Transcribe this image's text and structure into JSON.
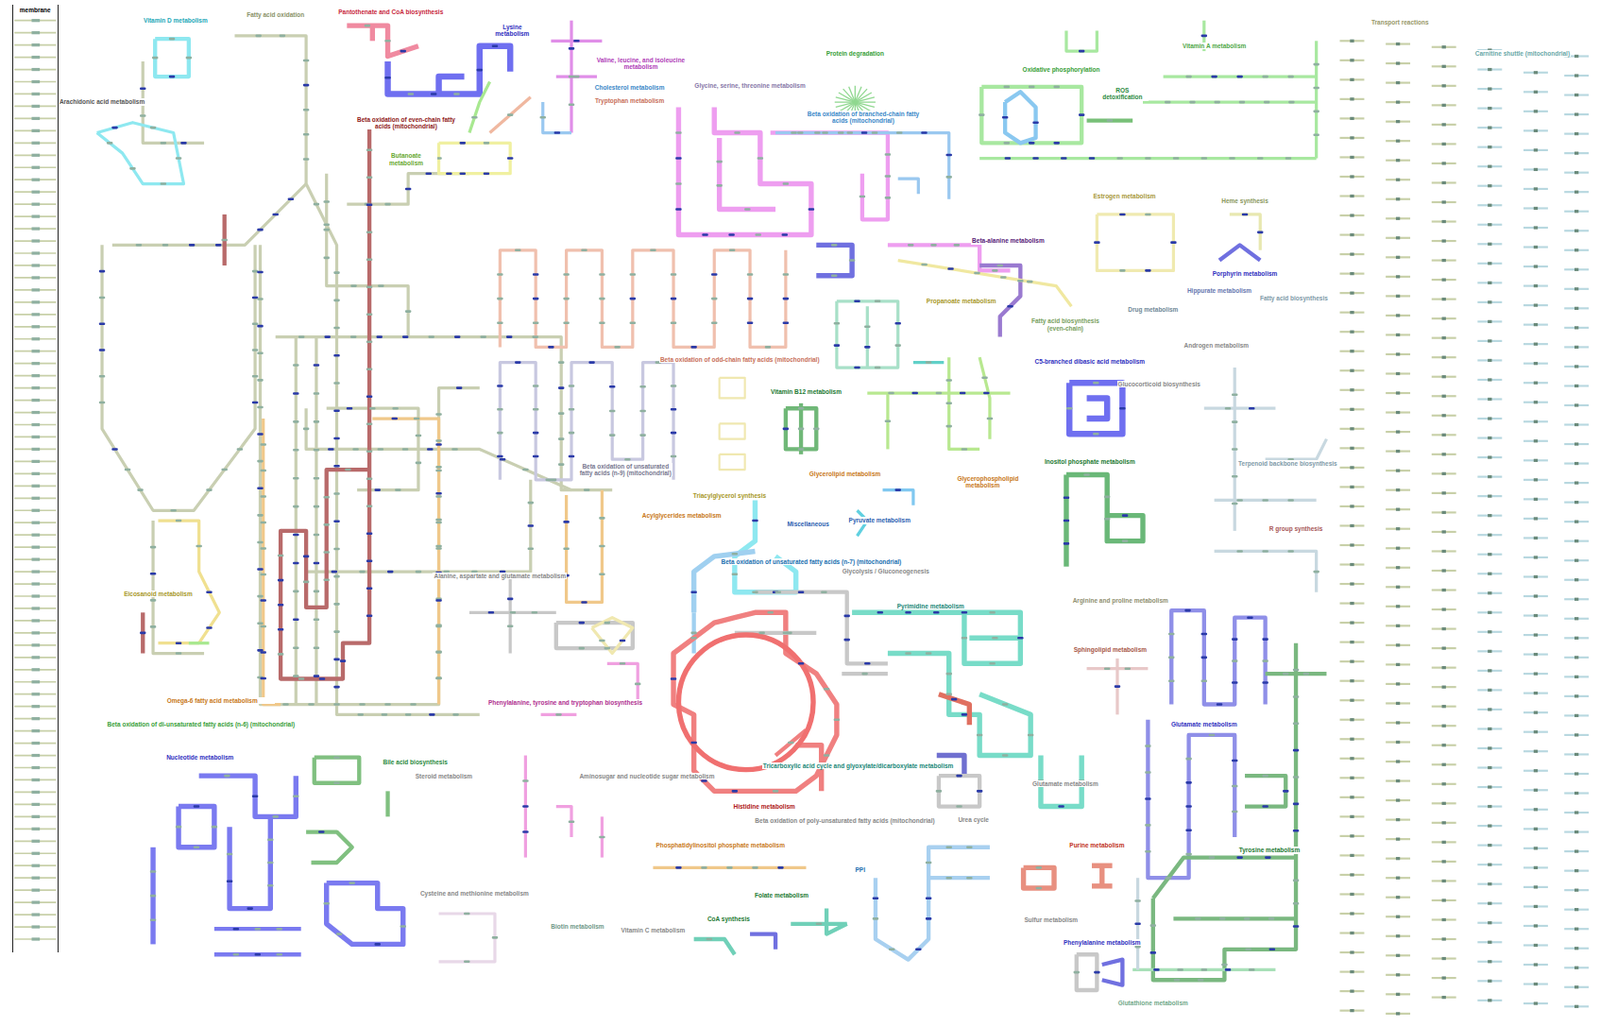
{
  "diagram": {
    "nodes": [
      {
        "text": [
          "membrane"
        ]
      }
    ],
    "labels": [
      "Vitamin D metabolism",
      "Fatty acid oxidation",
      "Pantothenate and CoA biosynthesis",
      "Lysine metabolism",
      "Valine, leucine, and isoleucine metabolism",
      "Cholesterol metabolism",
      "Tryptophan metabolism",
      "Protein degradation",
      "Glycine, serine, threonine metabolism",
      "Beta oxidation of branched-chain fatty acids (mitochondrial)",
      "Oxidative phosphorylation",
      "ROS detoxification",
      "Vitamin A metabolism",
      "Transport reactions",
      "Carnitine shuttle (mitochondrial)",
      "Beta oxidation of even-chain fatty acids (mitochondrial)",
      "Butanoate metabolism",
      "Beta-alanine metabolism",
      "Estrogen metabolism",
      "Heme synthesis",
      "Porphyrin metabolism",
      "Propanoate metabolism",
      "Hippurate metabolism",
      "Fatty acid biosynthesis",
      "Fatty acid biosynthesis (even-chain)",
      "Drug metabolism",
      "Androgen metabolism",
      "Beta oxidation of odd-chain fatty acids (mitochondrial)",
      "Vitamin B12 metabolism",
      "C5-branched dibasic acid metabolism",
      "Glucocorticoid biosynthesis",
      "Beta oxidation of unsaturated fatty acids (n-9) (mitochondrial)",
      "Glycerolipid metabolism",
      "Glycerophospholipid metabolism",
      "Inositol phosphate metabolism",
      "Terpenoid backbone biosynthesis",
      "R group synthesis",
      "Triacylglycerol synthesis",
      "Miscellaneous",
      "Pyruvate metabolism",
      "Acylglycerides metabolism",
      "Beta oxidation of unsaturated fatty acids (n-7) (mitochondrial)",
      "Glycolysis / Gluconeogenesis",
      "Alanine, aspartate and glutamate metabolism",
      "Pyrimidine metabolism",
      "Arginine and proline metabolism",
      "Sphingolipid metabolism",
      "Eicosanoid metabolism",
      "Omega-6 fatty acid metabolism",
      "Beta oxidation of di-unsaturated fatty acids (n-6) (mitochondrial)",
      "Phenylalanine, tyrosine and tryptophan biosynthesis",
      "Nucleotide metabolism",
      "Bile acid biosynthesis",
      "Steroid metabolism",
      "Aminosugar and nucleotide sugar metabolism",
      "Histidine metabolism",
      "Tricarboxylic acid cycle and glyoxylate/dicarboxylate metabolism",
      "Glutamate metabolism",
      "Urea cycle",
      "Glutamate metabolism",
      "Beta oxidation of poly-unsaturated fatty acids (mitochondrial)",
      "Phosphatidylinositol phosphate metabolism",
      "Purine metabolism",
      "Tyrosine metabolism",
      "PPI",
      "Folate metabolism",
      "Cysteine and methionine metabolism",
      "Biotin metabolism",
      "Vitamin C metabolism",
      "CoA synthesis",
      "Sulfur metabolism",
      "Phenylalanine metabolism",
      "Glutathione metabolism",
      "Arachidonic acid metabolism"
    ]
  }
}
